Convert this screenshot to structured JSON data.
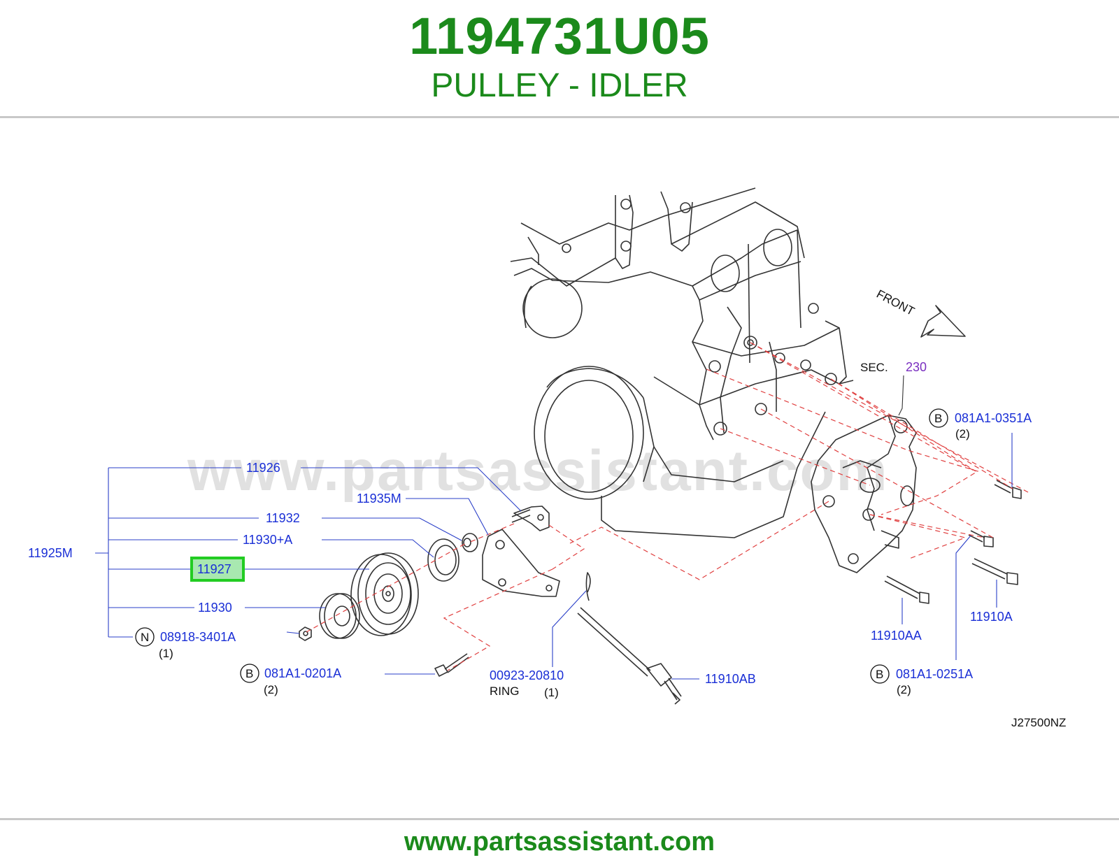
{
  "header": {
    "part_number": "1194731U05",
    "part_name": "PULLEY - IDLER"
  },
  "watermark": "www.partsassistant.com",
  "footer": {
    "url": "www.partsassistant.com"
  },
  "diagram": {
    "front_label": "FRONT",
    "section_prefix": "SEC.",
    "section_number": "230",
    "diagram_code": "J27500NZ",
    "ring_label": "RING",
    "highlight_color": "#22cc22",
    "callouts": {
      "assembly": "11925M",
      "c11926": "11926",
      "c11935m": "11935M",
      "c11932": "11932",
      "c11930a": "11930+A",
      "c11927": "11927",
      "c11930": "11930",
      "nut_code": "08918-3401A",
      "nut_qty": "(1)",
      "nut_marker": "N",
      "bolt_0201_code": "081A1-0201A",
      "bolt_0201_qty": "(2)",
      "bolt_0201_marker": "B",
      "ring_code": "00923-20810",
      "ring_qty": "(1)",
      "c11910ab": "11910AB",
      "c11910aa": "11910AA",
      "c11910a": "11910A",
      "bolt_0351_code": "081A1-0351A",
      "bolt_0351_qty": "(2)",
      "bolt_0351_marker": "B",
      "bolt_0251_code": "081A1-0251A",
      "bolt_0251_qty": "(2)",
      "bolt_0251_marker": "B"
    }
  }
}
